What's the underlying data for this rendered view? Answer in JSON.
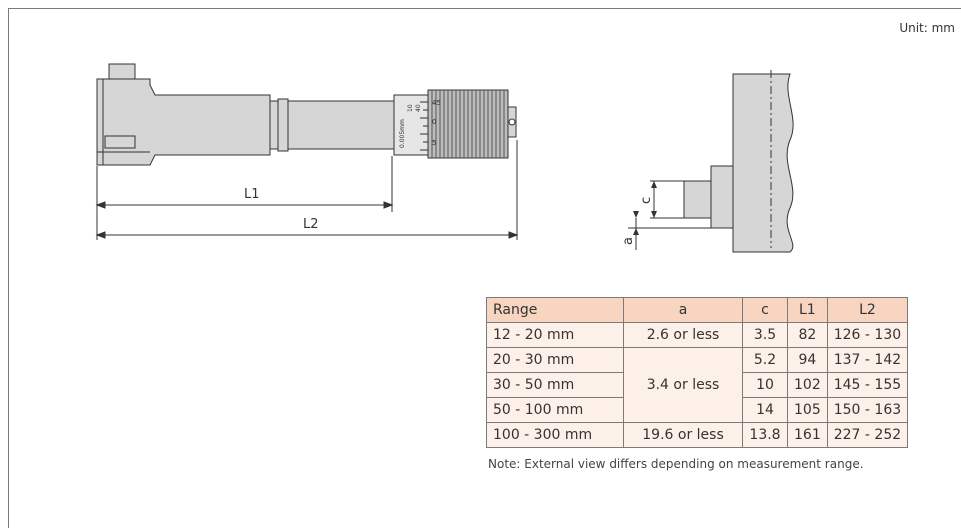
{
  "unit_label": "Unit: mm",
  "drawing": {
    "dim_L1": "L1",
    "dim_L2": "L2",
    "dim_c": "c",
    "dim_a": "a",
    "scale_markings": [
      "45",
      "0",
      "5"
    ],
    "thimble_marks": [
      "0.005mm",
      "10",
      "40"
    ]
  },
  "table": {
    "headers": [
      "Range",
      "a",
      "c",
      "L1",
      "L2"
    ],
    "rows": [
      {
        "range": "12 - 20 mm",
        "a": "2.6 or less",
        "c": "3.5",
        "L1": "82",
        "L2": "126 - 130"
      },
      {
        "range": "20 - 30 mm",
        "a": "3.4 or less",
        "c": "5.2",
        "L1": "94",
        "L2": "137 - 142"
      },
      {
        "range": "30 - 50 mm",
        "c": "10",
        "L1": "102",
        "L2": "145 - 155"
      },
      {
        "range": "50 - 100 mm",
        "c": "14",
        "L1": "105",
        "L2": "150 - 163"
      },
      {
        "range": "100 - 300 mm",
        "a": "19.6 or less",
        "c": "13.8",
        "L1": "161",
        "L2": "227 - 252"
      }
    ]
  },
  "note": "Note: External view differs depending on measurement range.",
  "colors": {
    "header_bg": "#f8d5c1",
    "cell_bg": "#fdf0e8",
    "part_fill": "#d6d6d6",
    "line": "#333333"
  }
}
